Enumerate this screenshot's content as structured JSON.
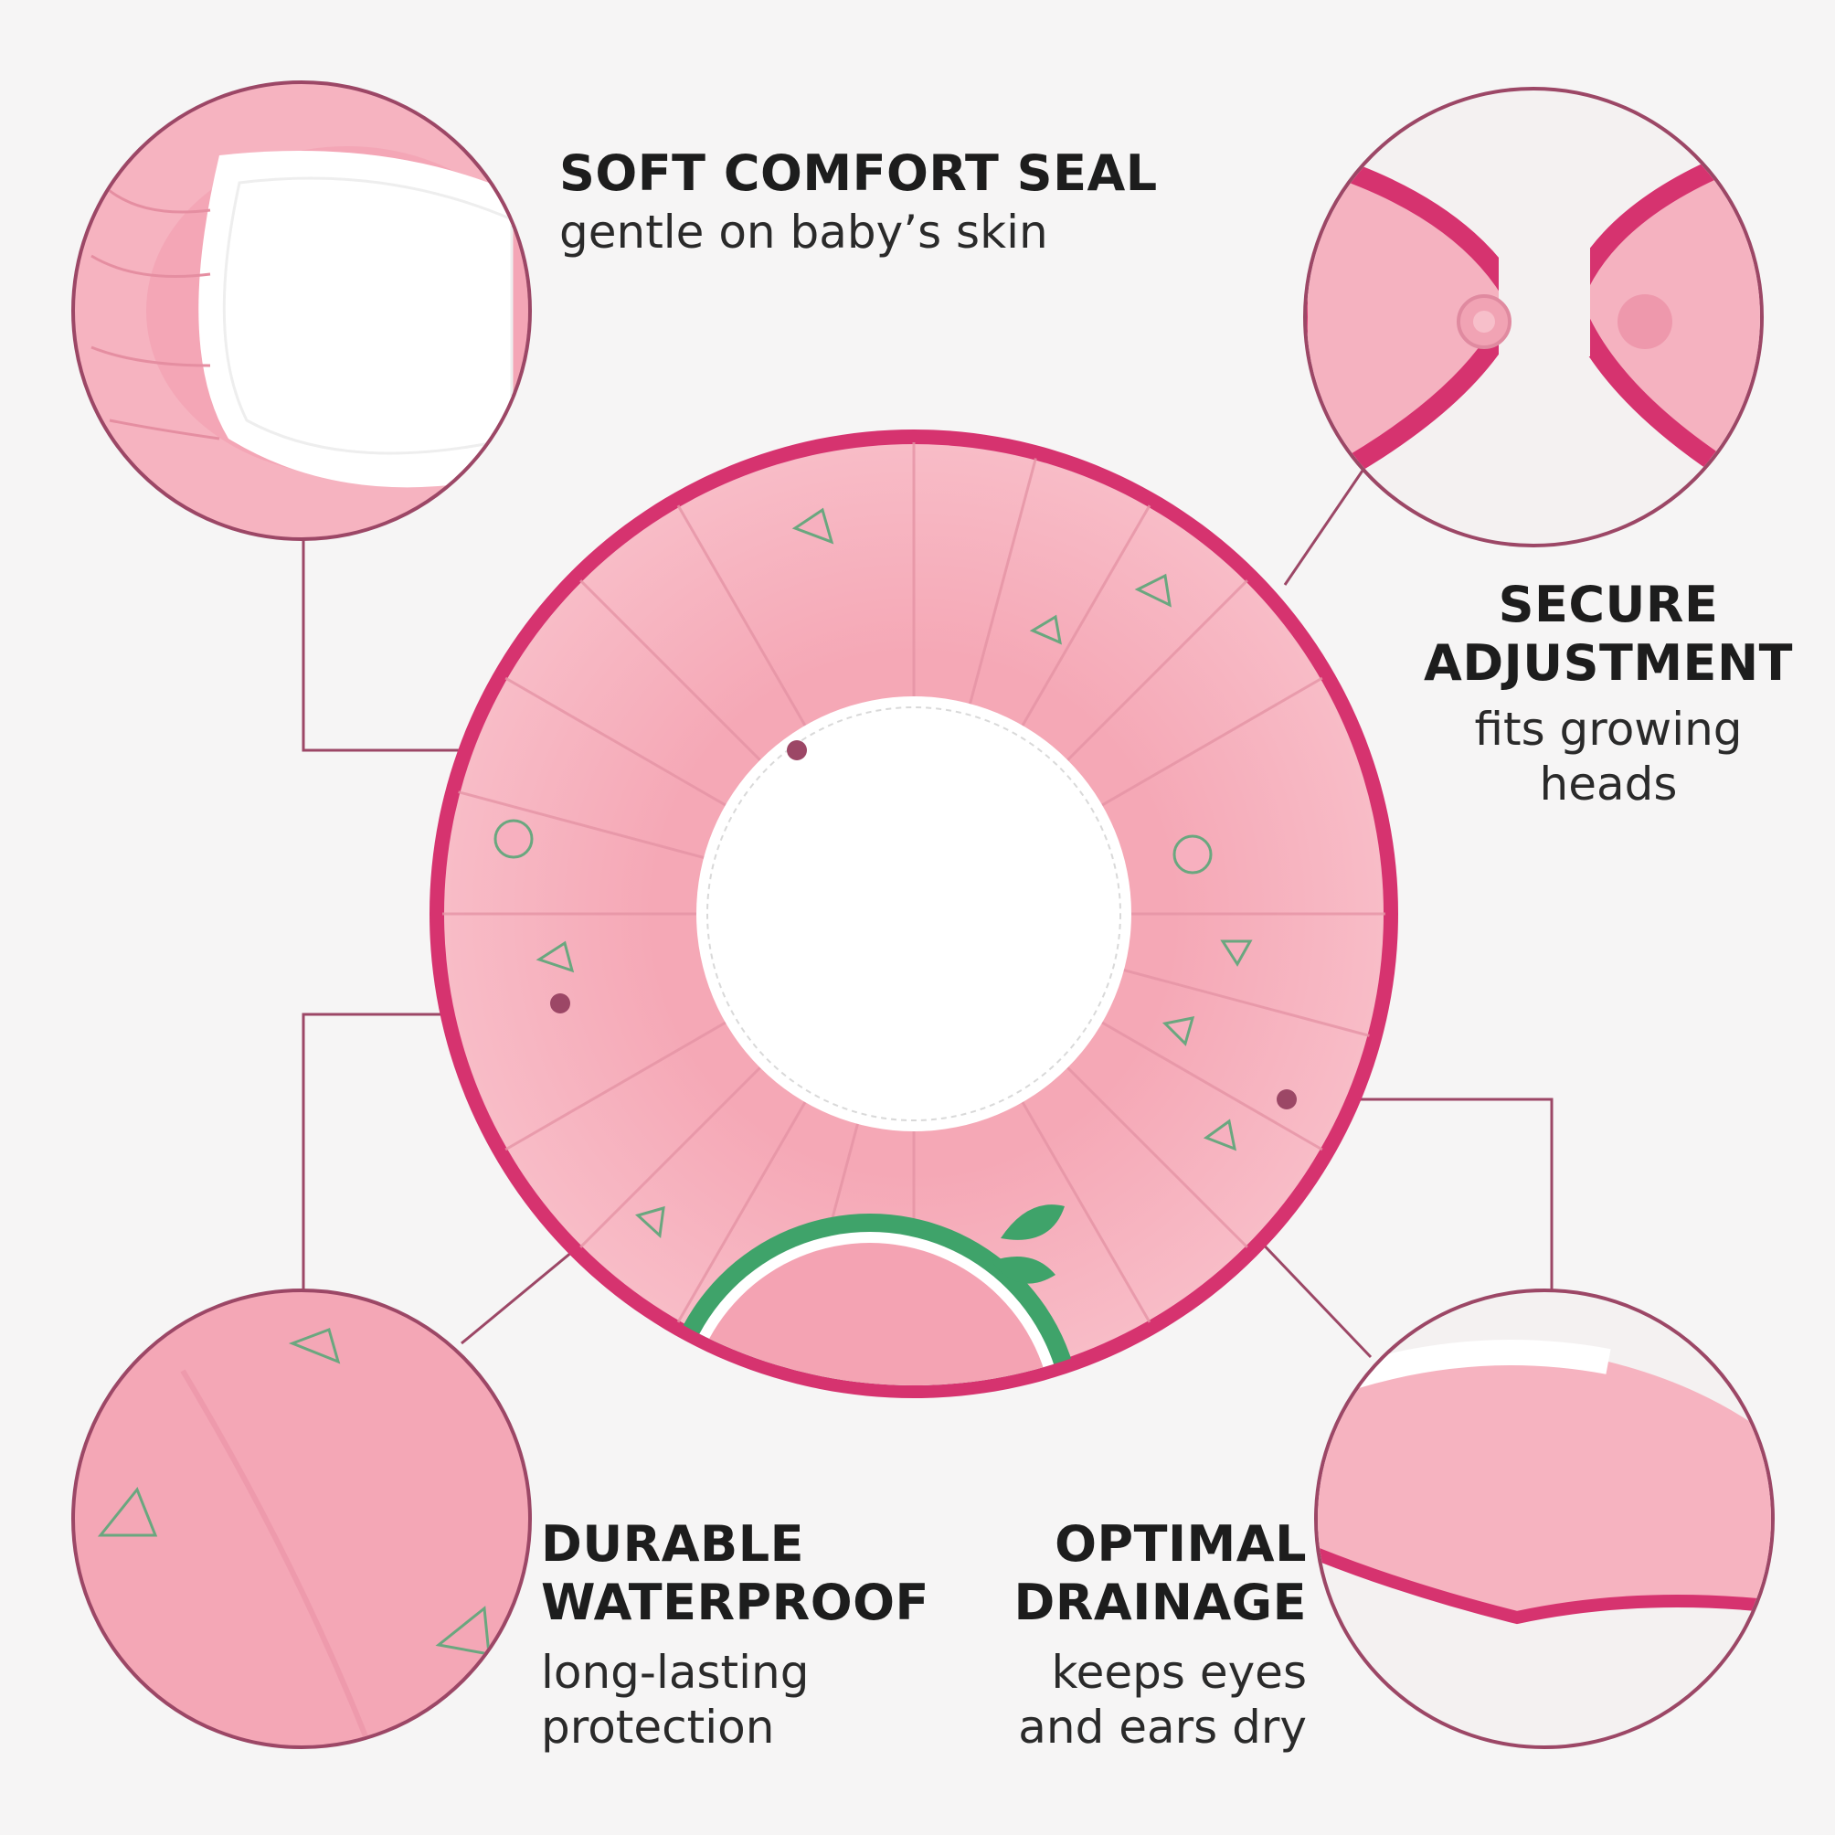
{
  "colors": {
    "background": "#f6f5f5",
    "connector": "#9c4766",
    "binding_magenta": "#d6336f",
    "fabric_pink": "#f7b6c2",
    "seal_white": "#ffffff",
    "watermelon_green": "#3fa36a"
  },
  "features": {
    "soft_seal": {
      "title": "SOFT COMFORT SEAL",
      "subtitle": "gentle on baby’s skin"
    },
    "adjustment": {
      "title": "SECURE\nADJUSTMENT",
      "subtitle": "fits growing\nheads"
    },
    "waterproof": {
      "title": "DURABLE\nWATERPROOF",
      "subtitle": "long-lasting\nprotection"
    },
    "drainage": {
      "title": "OPTIMAL\nDRAINAGE",
      "subtitle": "keeps eyes\nand ears dry"
    }
  },
  "icons": {
    "motif": "watermelon-slice-icon",
    "leaf": "leaf-icon",
    "snap": "snap-button-icon"
  }
}
